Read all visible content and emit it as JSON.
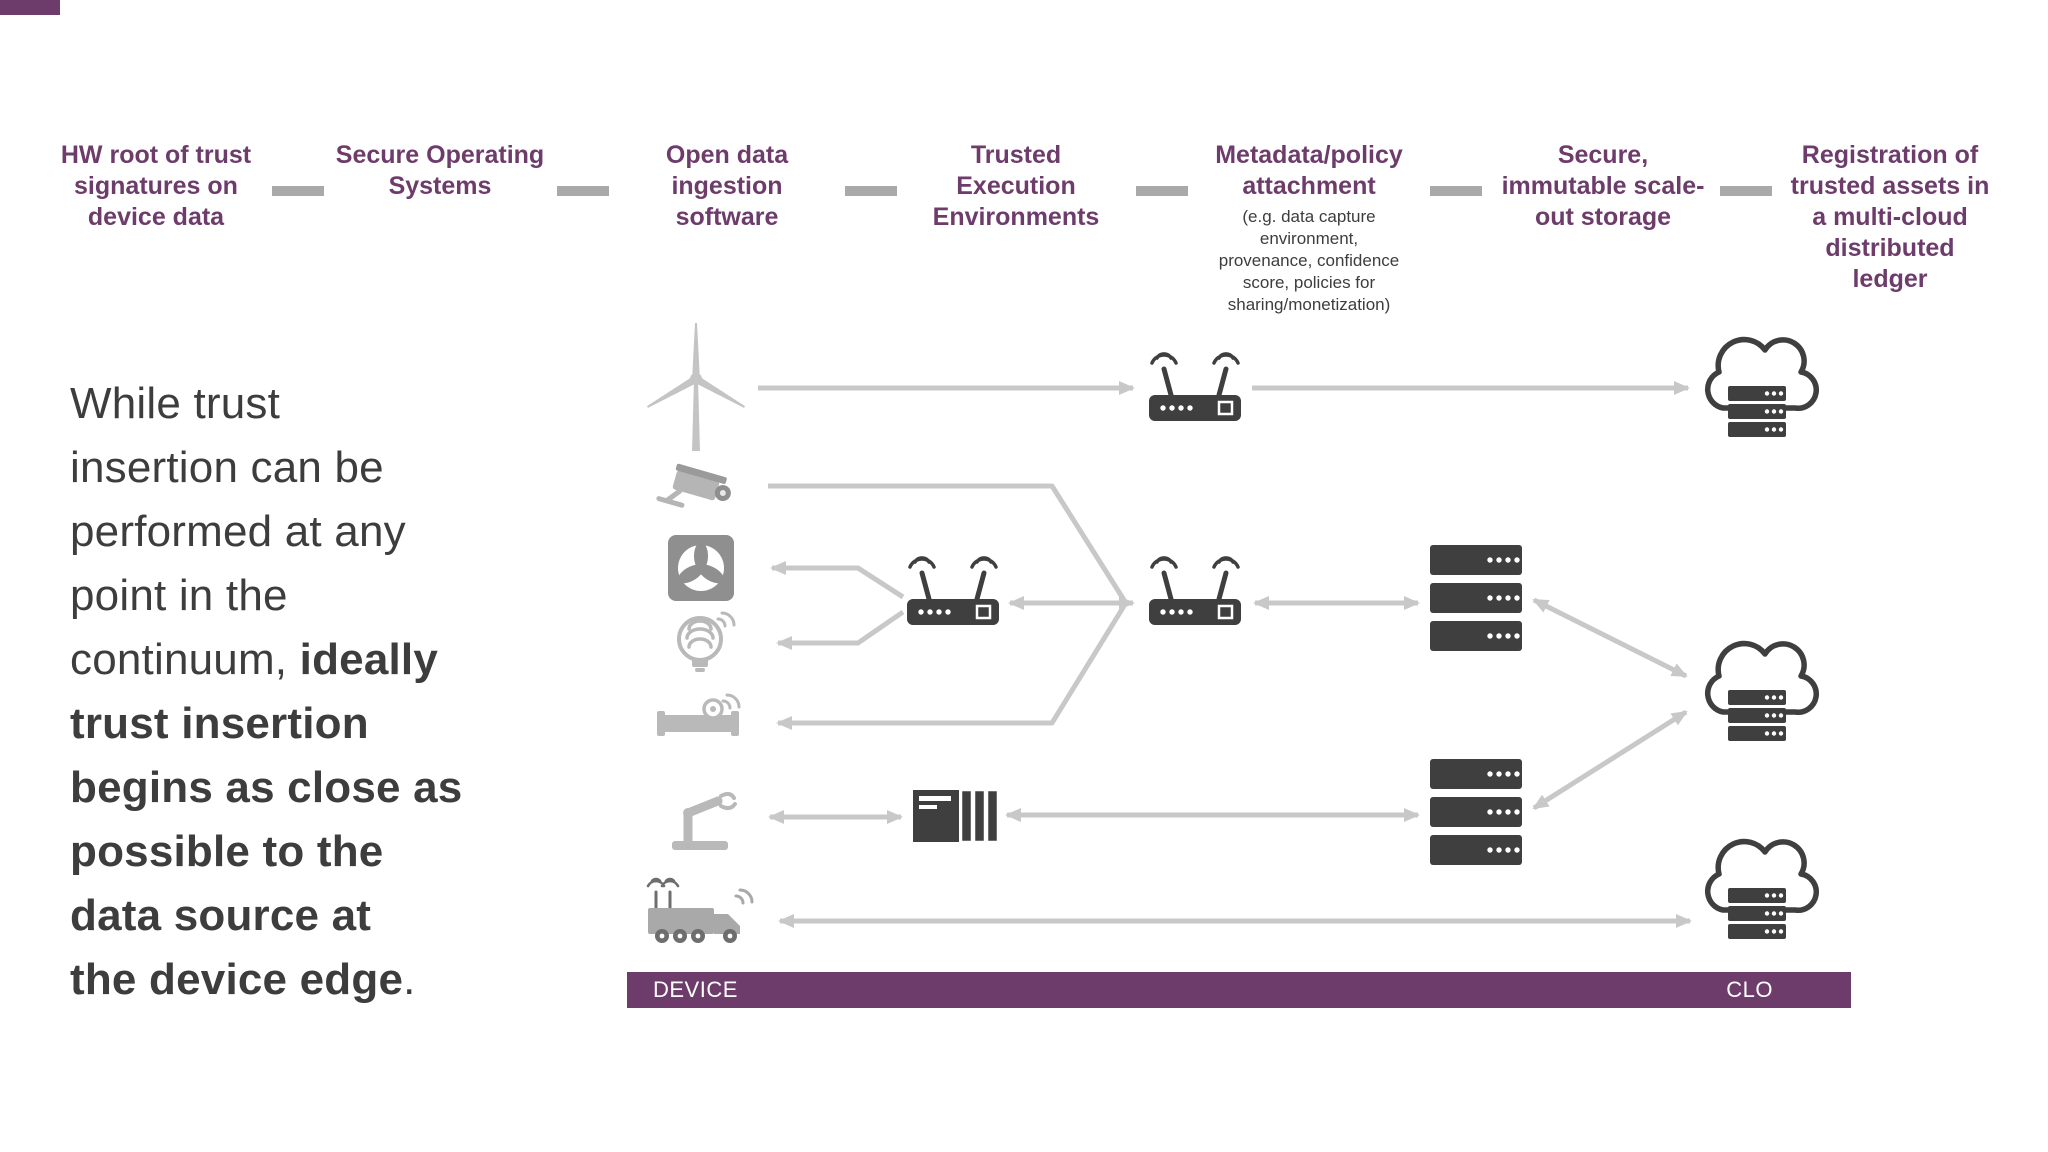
{
  "header": {
    "items": [
      {
        "label": "HW root of trust\nsignatures on\ndevice data"
      },
      {
        "label": "Secure Operating\nSystems"
      },
      {
        "label": "Open data\ningestion\nsoftware"
      },
      {
        "label": "Trusted\nExecution\nEnvironments"
      },
      {
        "label": "Metadata/policy\nattachment",
        "note": "(e.g. data capture\nenvironment,\nprovenance, confidence\nscore, policies for\nsharing/monetization)"
      },
      {
        "label": "Secure,\nimmutable scale-\nout storage"
      },
      {
        "label": "Registration of\ntrusted assets in\na multi-cloud\ndistributed\nledger"
      }
    ]
  },
  "message": {
    "normal_start": "While trust\ninsertion can be\nperformed at any\npoint in the\ncontinuum, ",
    "bold": "ideally\ntrust insertion\nbegins as close as\npossible to the\ndata source at\nthe device edge",
    "normal_end": "."
  },
  "bar": {
    "left_label": "DEVICE",
    "right_label": "CLO"
  },
  "colors": {
    "accent_purple": "#6d3c6b",
    "dash_gray": "#a9a9a9",
    "arrow_gray": "#c8c8c8",
    "device_gray": "#b9b9b9",
    "dark_icon": "#3f3f3f",
    "body_text": "#3d3d3d"
  },
  "icons": {
    "devices": [
      "wind-turbine",
      "security-camera",
      "hvac-fan",
      "smart-lightbulb",
      "pipeline-sensor",
      "robotic-arm",
      "connected-truck"
    ],
    "infrastructure": [
      "gateway-router-top",
      "gateway-router-left",
      "gateway-router-mid",
      "industrial-plc",
      "storage-array-upper",
      "storage-array-lower",
      "cloud-ledger-top",
      "cloud-ledger-mid",
      "cloud-ledger-bottom"
    ]
  }
}
